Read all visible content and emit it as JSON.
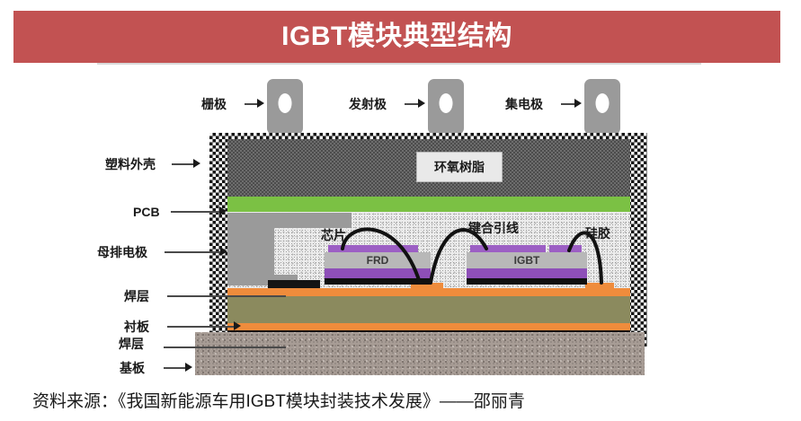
{
  "title": {
    "text": "IGBT模块典型结构"
  },
  "colors": {
    "title_bar": "#c25252",
    "title_text": "#ffffff",
    "pcb_green": "#7bc144",
    "solder_orange": "#ef8c3c",
    "substrate_olive": "#8b8a5e",
    "chip_purple": "#8e4fb8",
    "busbar_gray": "#9a9a9a",
    "baseplate_gray": "#a79c95"
  },
  "diagram": {
    "top_terminals": [
      {
        "label": "栅极",
        "name": "gate"
      },
      {
        "label": "发射极",
        "name": "emitter"
      },
      {
        "label": "集电极",
        "name": "collector"
      }
    ],
    "left_labels": [
      {
        "label": "塑料外壳",
        "name": "plastic-housing"
      },
      {
        "label": "PCB",
        "name": "pcb"
      },
      {
        "label": "母排电极",
        "name": "busbar-electrode"
      },
      {
        "label": "焊层",
        "name": "solder-layer-upper"
      },
      {
        "label": "衬板",
        "name": "substrate-dbc"
      },
      {
        "label": "焊层",
        "name": "solder-layer-lower"
      },
      {
        "label": "基板",
        "name": "baseplate"
      }
    ],
    "inner_labels": [
      {
        "label": "环氧树脂",
        "name": "epoxy-resin"
      },
      {
        "label": "键合引线",
        "name": "bonding-wire"
      },
      {
        "label": "芯片",
        "name": "chip"
      },
      {
        "label": "硅胶",
        "name": "silicone-gel"
      }
    ],
    "chips": [
      {
        "label": "FRD",
        "name": "frd-chip"
      },
      {
        "label": "IGBT",
        "name": "igbt-chip"
      }
    ]
  },
  "source": {
    "text": "资料来源：《我国新能源车用IGBT模块封装技术发展》——邵丽青"
  }
}
